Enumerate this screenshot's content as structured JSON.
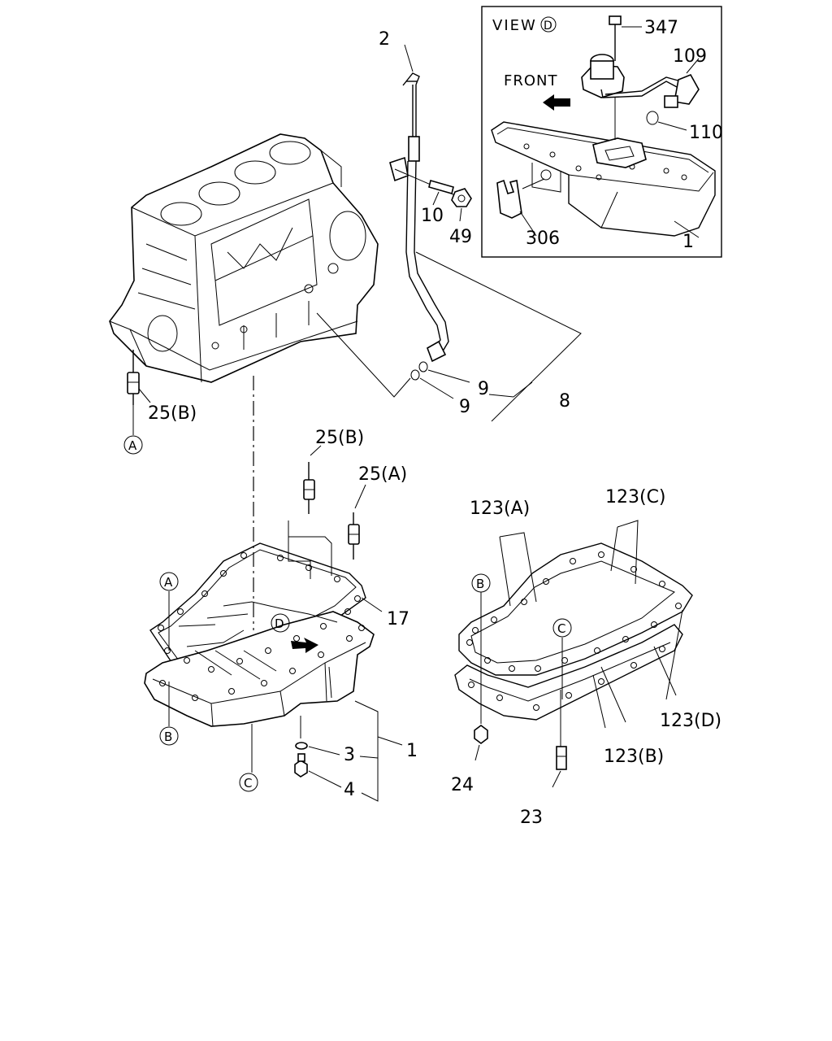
{
  "view_box": {
    "title": "VIEW",
    "view_ref": "D",
    "front_label": "FRONT"
  },
  "labels": {
    "p2": "2",
    "p10": "10",
    "p49": "49",
    "p9a": "9",
    "p9b": "9",
    "p8": "8",
    "p25b_top": "25(B)",
    "p25b_mid": "25(B)",
    "p25a": "25(A)",
    "p17": "17",
    "p1_main": "1",
    "p3": "3",
    "p4": "4",
    "p123a": "123(A)",
    "p123b": "123(B)",
    "p123c": "123(C)",
    "p123d": "123(D)",
    "p24": "24",
    "p23": "23",
    "p347": "347",
    "p109": "109",
    "p110": "110",
    "p306": "306",
    "p1_view": "1"
  },
  "ref_circles": {
    "a_block": "A",
    "a_pan": "A",
    "b_pan": "B",
    "c_pan": "C",
    "d_pan": "D",
    "b_gasket": "B",
    "c_gasket": "C"
  }
}
